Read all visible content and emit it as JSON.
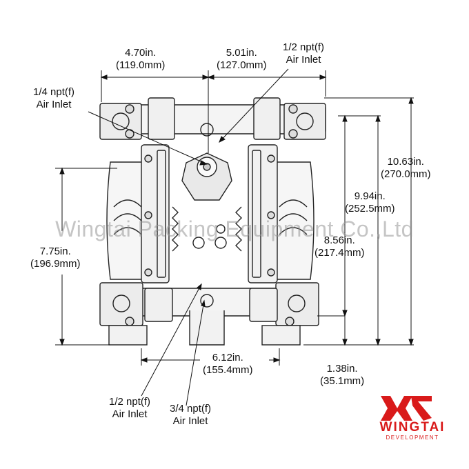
{
  "dimensions": {
    "top_left_width": {
      "in": "4.70in.",
      "mm": "(119.0mm)"
    },
    "top_right_width": {
      "in": "5.01in.",
      "mm": "(127.0mm)"
    },
    "overall_height": {
      "in": "10.63in.",
      "mm": "(270.0mm)"
    },
    "outlet_height": {
      "in": "9.94in.",
      "mm": "(252.5mm)"
    },
    "mid_height": {
      "in": "8.56in.",
      "mm": "(217.4mm)"
    },
    "left_height": {
      "in": "7.75in.",
      "mm": "(196.9mm)"
    },
    "base_width": {
      "in": "6.12in.",
      "mm": "(155.4mm)"
    },
    "base_height": {
      "in": "1.38in.",
      "mm": "(35.1mm)"
    }
  },
  "callouts": {
    "top_inlet": {
      "size": "1/2 npt(f)",
      "label": "Air Inlet"
    },
    "left_inlet": {
      "size": "1/4 npt(f)",
      "label": "Air Inlet"
    },
    "bottom_left_inlet": {
      "size": "1/2 npt(f)",
      "label": "Air Inlet"
    },
    "bottom_right_inlet": {
      "size": "3/4 npt(f)",
      "label": "Air Inlet"
    }
  },
  "watermark": "Wingtai Packing Equipment Co.,Ltd",
  "brand": {
    "name": "WINGTAI",
    "tagline": "DEVELOPMENT",
    "color": "#d91a1a"
  }
}
